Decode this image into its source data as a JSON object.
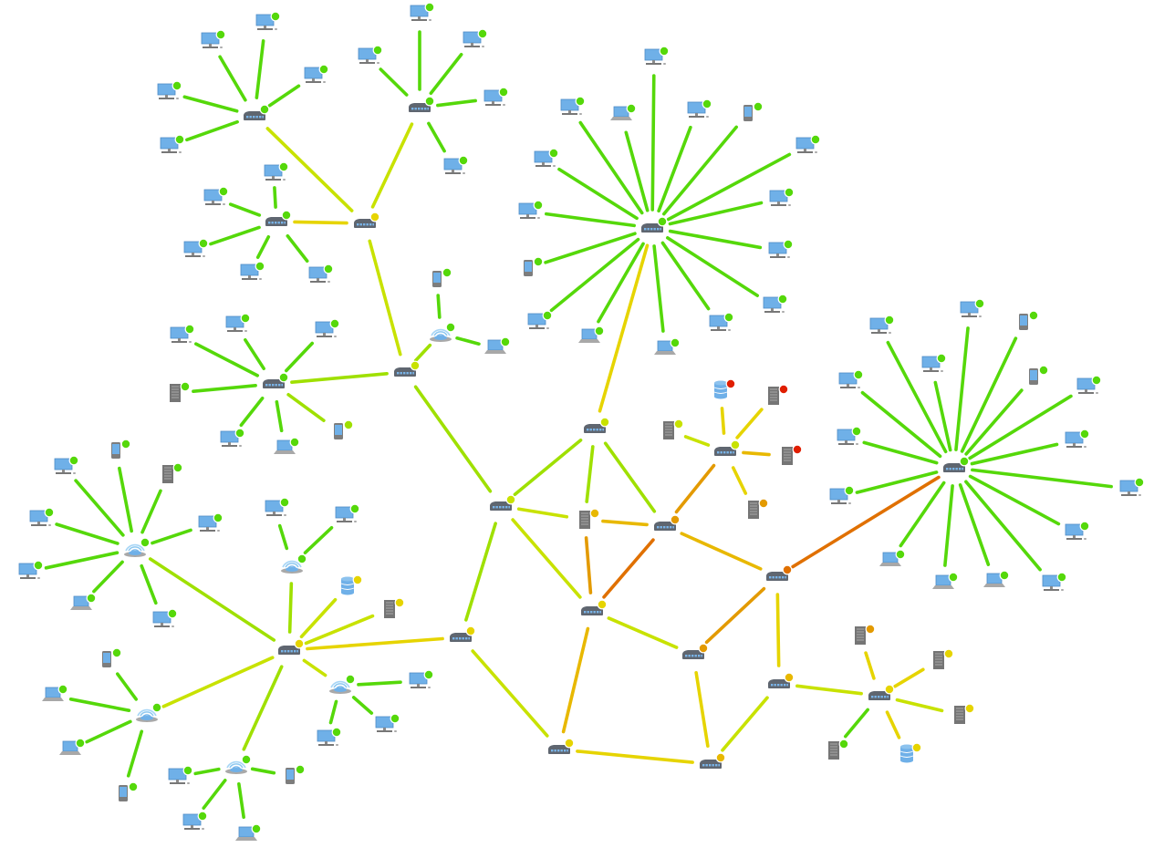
{
  "palette": {
    "green": "#55d80a",
    "lime": "#9fe000",
    "yellowgreen": "#c8e200",
    "yellow": "#e6d400",
    "gold": "#e8b800",
    "orange": "#e39a00",
    "darkorange": "#e07000",
    "red": "#e01e00"
  },
  "hubs": [
    {
      "id": "s1",
      "type": "switch",
      "status": "green",
      "leaves": [
        [
          "desktop",
          "green",
          "green"
        ],
        [
          "desktop",
          "green",
          "green"
        ],
        [
          "desktop",
          "green",
          "green"
        ],
        [
          "desktop",
          "green",
          "green"
        ],
        [
          "desktop",
          "green",
          "green"
        ]
      ]
    },
    {
      "id": "s2",
      "type": "switch",
      "status": "green",
      "leaves": [
        [
          "desktop",
          "green",
          "green"
        ],
        [
          "desktop",
          "green",
          "green"
        ],
        [
          "desktop",
          "green",
          "green"
        ],
        [
          "desktop",
          "green",
          "green"
        ],
        [
          "desktop",
          "green",
          "green"
        ]
      ]
    },
    {
      "id": "s3",
      "type": "switch",
      "status": "yellow",
      "leaves": []
    },
    {
      "id": "s4",
      "type": "switch",
      "status": "green",
      "leaves": [
        [
          "desktop",
          "green",
          "green"
        ],
        [
          "desktop",
          "green",
          "green"
        ],
        [
          "desktop",
          "green",
          "green"
        ],
        [
          "desktop",
          "green",
          "green"
        ],
        [
          "desktop",
          "green",
          "green"
        ]
      ]
    },
    {
      "id": "s5",
      "type": "switch",
      "status": "green",
      "leaves": [
        [
          "desktop",
          "green",
          "green"
        ],
        [
          "desktop",
          "green",
          "green"
        ],
        [
          "laptop",
          "green",
          "green"
        ],
        [
          "desktop",
          "green",
          "green"
        ],
        [
          "phone",
          "green",
          "green"
        ],
        [
          "desktop",
          "green",
          "green"
        ],
        [
          "desktop",
          "green",
          "green"
        ],
        [
          "desktop",
          "green",
          "green"
        ],
        [
          "desktop",
          "green",
          "green"
        ],
        [
          "phone",
          "green",
          "green"
        ],
        [
          "desktop",
          "green",
          "green"
        ],
        [
          "desktop",
          "green",
          "green"
        ],
        [
          "desktop",
          "green",
          "green"
        ],
        [
          "laptop",
          "green",
          "green"
        ],
        [
          "desktop",
          "green",
          "green"
        ],
        [
          "laptop",
          "green",
          "green"
        ]
      ]
    },
    {
      "id": "s6",
      "type": "switch",
      "status": "green",
      "leaves": [
        [
          "desktop",
          "green",
          "green"
        ],
        [
          "desktop",
          "green",
          "green"
        ],
        [
          "desktop",
          "green",
          "green"
        ],
        [
          "server",
          "green",
          "green"
        ],
        [
          "phone",
          "lime",
          "lime"
        ],
        [
          "desktop",
          "green",
          "green"
        ],
        [
          "laptop",
          "green",
          "green"
        ]
      ]
    },
    {
      "id": "s7",
      "type": "switch",
      "status": "yellowgreen",
      "leaves": []
    },
    {
      "id": "ap1",
      "type": "wifi",
      "status": "green",
      "leaves": [
        [
          "phone",
          "green",
          "green"
        ],
        [
          "laptop",
          "green",
          "green"
        ]
      ]
    },
    {
      "id": "s8",
      "type": "switch",
      "status": "yellowgreen",
      "leaves": []
    },
    {
      "id": "s9",
      "type": "switch",
      "status": "yellowgreen",
      "leaves": [
        [
          "database",
          "red",
          "yellow"
        ],
        [
          "server",
          "red",
          "yellow"
        ],
        [
          "server",
          "yellowgreen",
          "yellowgreen"
        ],
        [
          "server",
          "red",
          "gold"
        ],
        [
          "server",
          "orange",
          "yellow"
        ]
      ]
    },
    {
      "id": "s10",
      "type": "switch",
      "status": "green",
      "leaves": [
        [
          "desktop",
          "green",
          "green"
        ],
        [
          "desktop",
          "green",
          "green"
        ],
        [
          "phone",
          "green",
          "green"
        ],
        [
          "desktop",
          "green",
          "green"
        ],
        [
          "desktop",
          "green",
          "green"
        ],
        [
          "phone",
          "green",
          "green"
        ],
        [
          "desktop",
          "green",
          "green"
        ],
        [
          "desktop",
          "green",
          "green"
        ],
        [
          "desktop",
          "green",
          "green"
        ],
        [
          "desktop",
          "green",
          "green"
        ],
        [
          "desktop",
          "green",
          "green"
        ],
        [
          "laptop",
          "green",
          "green"
        ],
        [
          "desktop",
          "green",
          "green"
        ],
        [
          "laptop",
          "green",
          "green"
        ],
        [
          "laptop",
          "green",
          "green"
        ],
        [
          "desktop",
          "green",
          "green"
        ]
      ]
    },
    {
      "id": "s11",
      "type": "switch",
      "status": "yellowgreen",
      "leaves": []
    },
    {
      "id": "n1",
      "type": "server",
      "status": "gold",
      "leaves": []
    },
    {
      "id": "s12",
      "type": "switch",
      "status": "orange",
      "leaves": []
    },
    {
      "id": "s13",
      "type": "switch",
      "status": "darkorange",
      "leaves": []
    },
    {
      "id": "s14",
      "type": "switch",
      "status": "yellow",
      "leaves": []
    },
    {
      "id": "s15",
      "type": "switch",
      "status": "yellow",
      "leaves": [
        [
          "database",
          "yellow",
          "yellowgreen"
        ],
        [
          "server",
          "yellow",
          "yellowgreen"
        ]
      ]
    },
    {
      "id": "s16",
      "type": "switch",
      "status": "yellow",
      "leaves": []
    },
    {
      "id": "s17",
      "type": "switch",
      "status": "orange",
      "leaves": []
    },
    {
      "id": "s18",
      "type": "switch",
      "status": "gold",
      "leaves": []
    },
    {
      "id": "s19",
      "type": "switch",
      "status": "yellow",
      "leaves": [
        [
          "server",
          "orange",
          "yellow"
        ],
        [
          "server",
          "yellow",
          "yellow"
        ],
        [
          "server",
          "yellow",
          "yellowgreen"
        ],
        [
          "server",
          "green",
          "green"
        ],
        [
          "database",
          "yellow",
          "yellow"
        ]
      ]
    },
    {
      "id": "s20",
      "type": "switch",
      "status": "yellow",
      "leaves": []
    },
    {
      "id": "s21",
      "type": "switch",
      "status": "gold",
      "leaves": []
    },
    {
      "id": "ap2",
      "type": "wifi",
      "status": "green",
      "leaves": [
        [
          "desktop",
          "green",
          "green"
        ],
        [
          "phone",
          "green",
          "green"
        ],
        [
          "server",
          "green",
          "green"
        ],
        [
          "desktop",
          "green",
          "green"
        ],
        [
          "desktop",
          "green",
          "green"
        ],
        [
          "desktop",
          "green",
          "green"
        ],
        [
          "laptop",
          "green",
          "green"
        ],
        [
          "desktop",
          "green",
          "green"
        ]
      ]
    },
    {
      "id": "ap3",
      "type": "wifi",
      "status": "green",
      "leaves": [
        [
          "desktop",
          "green",
          "green"
        ],
        [
          "desktop",
          "green",
          "green"
        ]
      ]
    },
    {
      "id": "ap4",
      "type": "wifi",
      "status": "green",
      "leaves": [
        [
          "desktop",
          "green",
          "green"
        ],
        [
          "desktop",
          "green",
          "green"
        ],
        [
          "desktop",
          "green",
          "green"
        ]
      ]
    },
    {
      "id": "ap5",
      "type": "wifi",
      "status": "green",
      "leaves": [
        [
          "phone",
          "green",
          "green"
        ],
        [
          "laptop",
          "green",
          "green"
        ],
        [
          "laptop",
          "green",
          "green"
        ],
        [
          "phone",
          "green",
          "green"
        ]
      ]
    },
    {
      "id": "ap6",
      "type": "wifi",
      "status": "green",
      "leaves": [
        [
          "desktop",
          "green",
          "green"
        ],
        [
          "phone",
          "green",
          "green"
        ],
        [
          "desktop",
          "green",
          "green"
        ],
        [
          "laptop",
          "green",
          "green"
        ]
      ]
    }
  ],
  "links": [
    [
      "s1",
      "s3",
      "yellowgreen"
    ],
    [
      "s2",
      "s3",
      "yellowgreen"
    ],
    [
      "s4",
      "s3",
      "yellow"
    ],
    [
      "s3",
      "s7",
      "yellowgreen"
    ],
    [
      "s6",
      "s7",
      "lime"
    ],
    [
      "s7",
      "ap1",
      "lime"
    ],
    [
      "s7",
      "s11",
      "lime"
    ],
    [
      "s5",
      "s8",
      "yellow"
    ],
    [
      "s8",
      "s11",
      "lime"
    ],
    [
      "s8",
      "n1",
      "lime"
    ],
    [
      "s8",
      "s12",
      "lime"
    ],
    [
      "s9",
      "s12",
      "orange"
    ],
    [
      "s11",
      "n1",
      "yellowgreen"
    ],
    [
      "n1",
      "s12",
      "gold"
    ],
    [
      "n1",
      "s14",
      "orange"
    ],
    [
      "s12",
      "s14",
      "darkorange"
    ],
    [
      "s11",
      "s14",
      "yellowgreen"
    ],
    [
      "s12",
      "s13",
      "gold"
    ],
    [
      "s13",
      "s10",
      "darkorange"
    ],
    [
      "s13",
      "s17",
      "orange"
    ],
    [
      "s13",
      "s18",
      "yellow"
    ],
    [
      "s14",
      "s17",
      "yellowgreen"
    ],
    [
      "s14",
      "s20",
      "gold"
    ],
    [
      "s11",
      "s16",
      "lime"
    ],
    [
      "s16",
      "s15",
      "yellow"
    ],
    [
      "s16",
      "s20",
      "yellowgreen"
    ],
    [
      "s20",
      "s21",
      "yellow"
    ],
    [
      "s17",
      "s21",
      "yellow"
    ],
    [
      "s18",
      "s21",
      "yellowgreen"
    ],
    [
      "s18",
      "s19",
      "yellowgreen"
    ],
    [
      "s15",
      "ap2",
      "lime"
    ],
    [
      "s15",
      "ap5",
      "yellowgreen"
    ],
    [
      "s15",
      "ap3",
      "lime"
    ],
    [
      "s15",
      "ap4",
      "yellowgreen"
    ],
    [
      "s15",
      "ap6",
      "lime"
    ]
  ]
}
